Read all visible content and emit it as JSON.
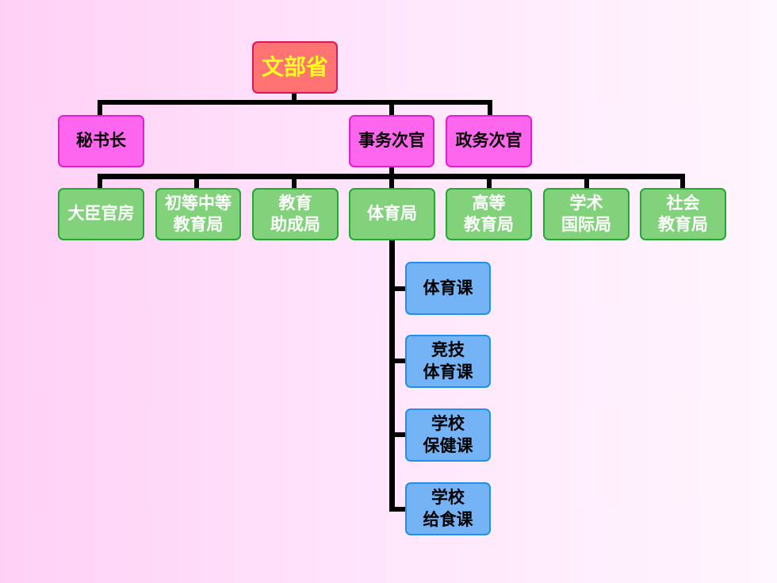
{
  "chart": {
    "root": "文部省",
    "level1": [
      {
        "key": "secretary",
        "lines": [
          "秘书长"
        ]
      },
      {
        "key": "admin-vice",
        "lines": [
          "事务次官"
        ]
      },
      {
        "key": "political-vice",
        "lines": [
          "政务次官"
        ]
      }
    ],
    "bureaus": [
      {
        "key": "minister-secretariat",
        "lines": [
          "大臣官房"
        ]
      },
      {
        "key": "primary-secondary",
        "lines": [
          "初等中等",
          "教育局"
        ]
      },
      {
        "key": "education-aid",
        "lines": [
          "教育",
          "助成局"
        ]
      },
      {
        "key": "sports",
        "lines": [
          "体育局"
        ]
      },
      {
        "key": "higher-education",
        "lines": [
          "高等",
          "教育局"
        ]
      },
      {
        "key": "academic-intl",
        "lines": [
          "学术",
          "国际局"
        ]
      },
      {
        "key": "social-education",
        "lines": [
          "社会",
          "教育局"
        ]
      }
    ],
    "sections": [
      {
        "key": "pe",
        "lines": [
          "体育课"
        ]
      },
      {
        "key": "competitive-sports",
        "lines": [
          "竞技",
          "体育课"
        ]
      },
      {
        "key": "school-health",
        "lines": [
          "学校",
          "保健课"
        ]
      },
      {
        "key": "school-lunch",
        "lines": [
          "学校",
          "给食课"
        ]
      }
    ]
  }
}
